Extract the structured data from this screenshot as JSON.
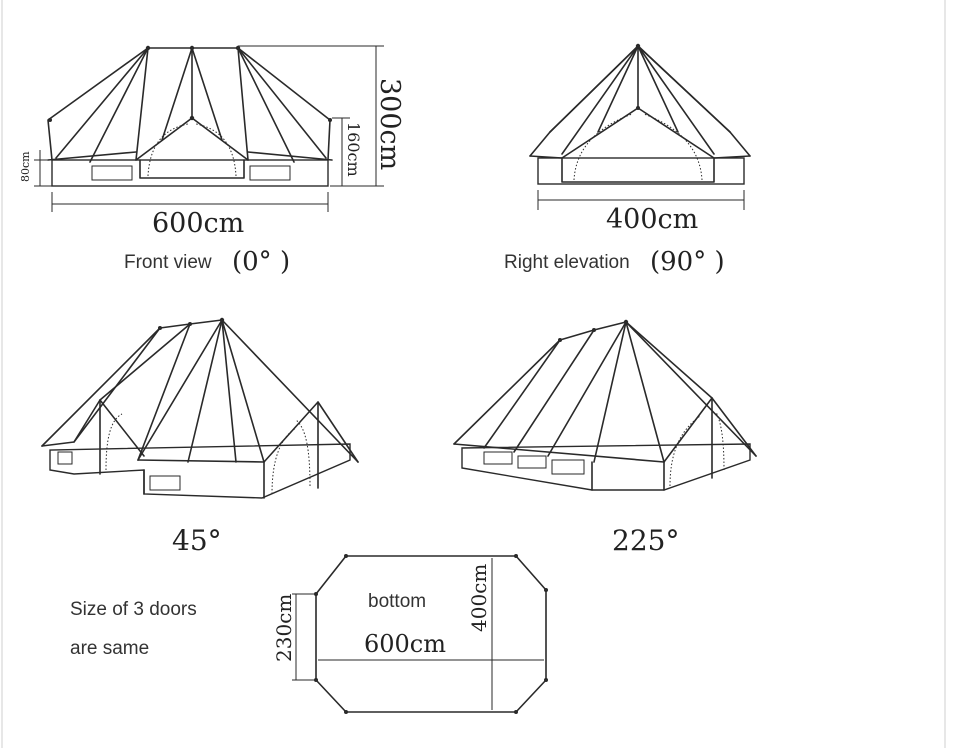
{
  "front_view": {
    "width_dim": "600cm",
    "height_dim": "300cm",
    "door_height_dim": "160cm",
    "wall_height_dim": "80cm",
    "caption_text": "Front view",
    "caption_angle": "(0°  )"
  },
  "right_view": {
    "width_dim": "400cm",
    "caption_text": "Right elevation",
    "caption_angle": "(90°  )"
  },
  "view_45": {
    "angle": "45°"
  },
  "view_225": {
    "angle": "225°"
  },
  "note": {
    "line1": "Size of 3 doors",
    "line2": "are same"
  },
  "bottom_view": {
    "title": "bottom",
    "length_dim": "600cm",
    "width_dim": "400cm",
    "end_dim": "230cm"
  }
}
